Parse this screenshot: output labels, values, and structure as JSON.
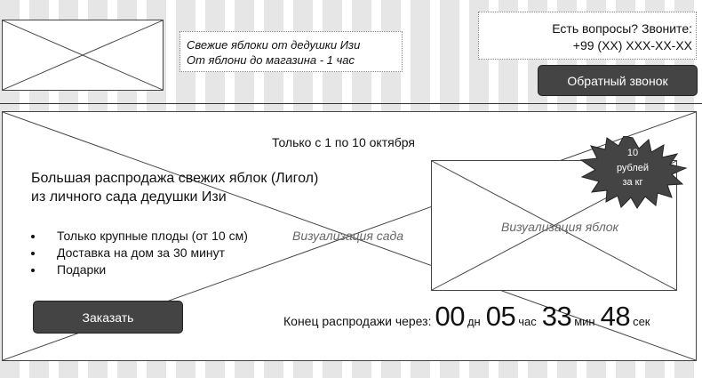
{
  "header": {
    "tagline_line1": "Свежие яблоки от дедушки Изи",
    "tagline_line2": "От яблони до магазина - 1 час",
    "contact_question": "Есть вопросы? Звоните:",
    "contact_phone": "+99 (XX) XXX-XX-XX",
    "callback_button": "Обратный звонок"
  },
  "hero": {
    "date_range": "Только с 1 по 10 октября",
    "headline_line1": "Большая распродажа свежих яблок (Лигол)",
    "headline_line2": "из личного сада дедушки Изи",
    "bullets": [
      "Только крупные плоды (от 10 см)",
      "Доставка на дом за 30 минут",
      "Подарки"
    ],
    "garden_placeholder": "Визуализация сада",
    "apple_placeholder": "Визуализация яблок",
    "badge_line1": "10",
    "badge_line2": "рублей",
    "badge_line3": "за кг",
    "order_button": "Заказать",
    "countdown_label": "Конец распродажи через:",
    "countdown": {
      "days": "00",
      "days_unit": "дн",
      "hours": "05",
      "hours_unit": "час",
      "minutes": "33",
      "minutes_unit": "мин",
      "seconds": "48",
      "seconds_unit": "сек"
    }
  },
  "colors": {
    "button_bg": "#444444",
    "stripe": "#e6e6e6"
  }
}
